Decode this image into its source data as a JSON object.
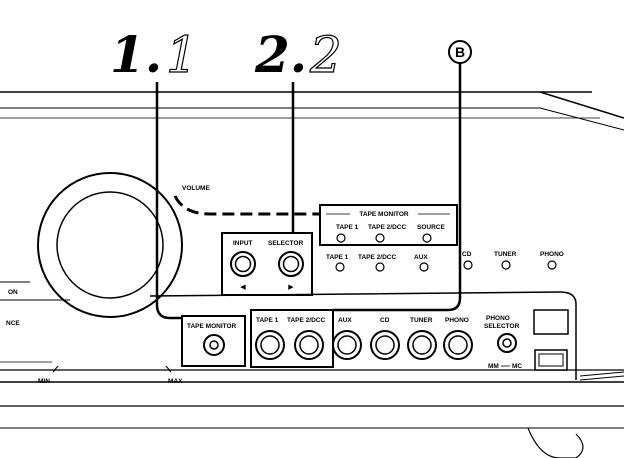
{
  "steps": {
    "step1_main": "1.",
    "step1_sub": "1",
    "step2_main": "2.",
    "step2_sub": "2",
    "callout": "B"
  },
  "panel": {
    "volume": "VOLUME",
    "on": "ON",
    "balance_fragment": "NCE",
    "min": "MIN",
    "max": "MAX",
    "tape_monitor_header": "TAPE MONITOR",
    "tm_tape1": "TAPE 1",
    "tm_tape2": "TAPE 2/DCC",
    "tm_source": "SOURCE",
    "input": "INPUT",
    "selector": "SELECTOR",
    "left_arrow": "◀",
    "right_arrow": "▶",
    "src_tape1": "TAPE 1",
    "src_tape2": "TAPE 2/DCC",
    "src_aux": "AUX",
    "src_cd": "CD",
    "src_tuner": "TUNER",
    "src_phono": "PHONO",
    "btn_tape_monitor": "TAPE MONITOR",
    "btn_tape1": "TAPE 1",
    "btn_tape2": "TAPE 2/DCC",
    "btn_aux": "AUX",
    "btn_cd": "CD",
    "btn_tuner": "TUNER",
    "btn_phono": "PHONO",
    "phono_selector_1": "PHONO",
    "phono_selector_2": "SELECTOR",
    "mm": "MM",
    "mc": "MC"
  }
}
